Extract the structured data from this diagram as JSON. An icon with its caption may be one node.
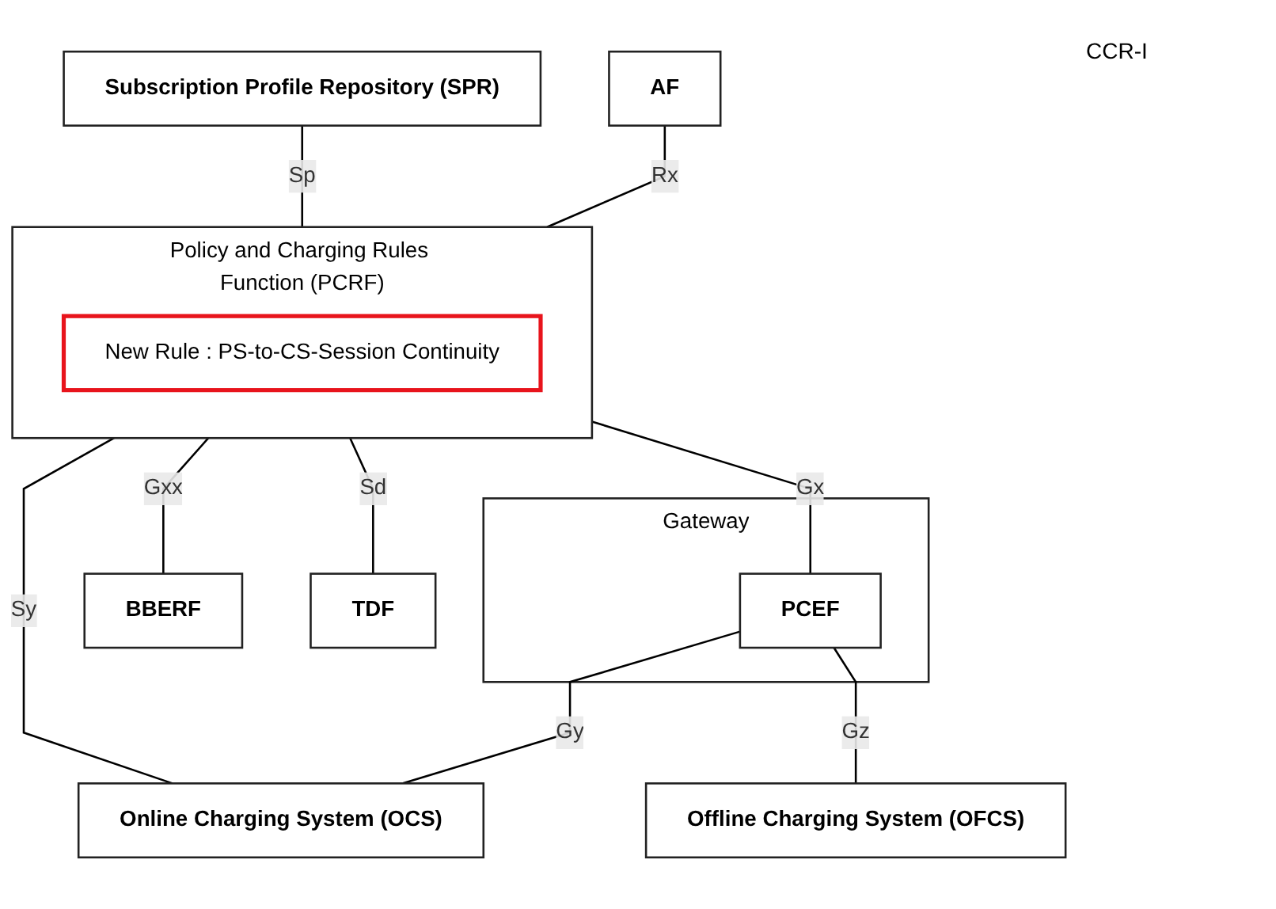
{
  "diagram": {
    "nodes": [
      {
        "text": [
          "Subscription Profile Repository (SPR)"
        ]
      },
      {
        "text": [
          "AF"
        ]
      },
      {
        "text": [
          "Online Charging System (OCS)"
        ]
      },
      {
        "text": [
          "Policy and Charging Rules Function (PCRF)"
        ]
      },
      {
        "text": [
          "New Rule : PS-to-CS-Session Continuity"
        ],
        "in": 3
      },
      {
        "text": [
          "BBERF"
        ]
      },
      {
        "text": [
          "TDF"
        ]
      },
      {
        "text": [
          "Gateway"
        ]
      },
      {
        "text": [
          "PCEF"
        ],
        "in": 7
      },
      {
        "text": [
          "Offline Charging System (OFCS)"
        ]
      }
    ],
    "edges": [
      {
        "from": 0,
        "to": 3,
        "arrow": "none",
        "label": "Sp"
      },
      {
        "from": 1,
        "to": 3,
        "arrow": "none",
        "label": "Rx"
      },
      {
        "from": 3,
        "to": 2,
        "arrow": "none",
        "label": "Sy"
      },
      {
        "from": 3,
        "to": 5,
        "arrow": "none",
        "label": "Gxx"
      },
      {
        "from": 3,
        "to": 6,
        "arrow": "none",
        "label": "Sd"
      },
      {
        "from": 3,
        "to": 8,
        "arrow": "none",
        "label": "Gx"
      },
      {
        "from": 8,
        "to": 2,
        "arrow": "none",
        "label": "Gy"
      },
      {
        "from": 8,
        "to": 9,
        "arrow": "none",
        "label": "Gz"
      }
    ],
    "labels": [
      "CCR-I"
    ]
  }
}
